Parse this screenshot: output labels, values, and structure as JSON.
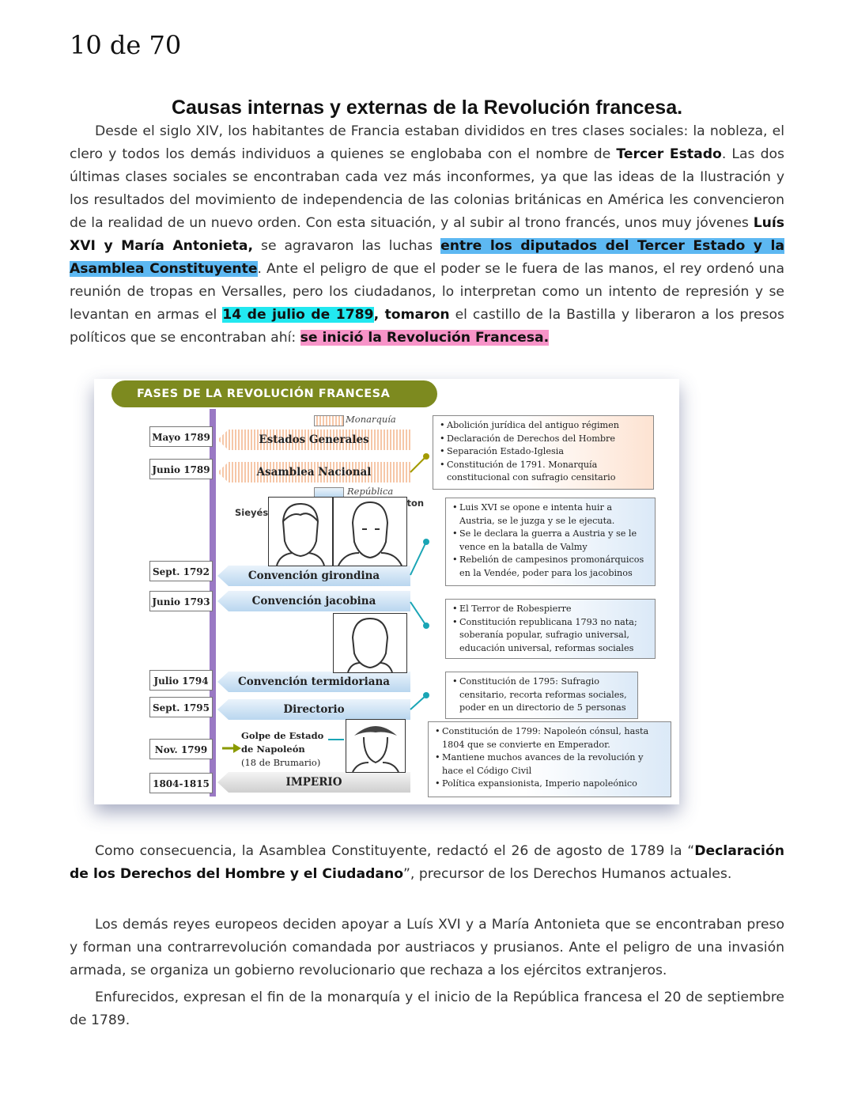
{
  "page": {
    "number": "10 de 70",
    "title": "Causas internas y externas de la Revolución francesa."
  },
  "p1": {
    "t1": "Desde el siglo XIV, los habitantes de Francia estaban divididos en tres clases sociales: la nobleza, el clero y todos los demás individuos a quienes se englobaba con el nombre de ",
    "b1": "Tercer Estado",
    "t2": ". Las dos últimas clases sociales se encontraban cada vez más inconformes, ya que las ideas de la Ilustración y los resultados del movimiento de independencia de las colonias británicas en América les convencieron de la realidad de un nuevo orden. Con esta situación, y al subir al trono francés, unos muy jóvenes ",
    "b2": "Luís XVI y María Antonieta,",
    "t3": " se agravaron las luchas ",
    "h1": "entre los diputados del Tercer Estado y la Asamblea Constituyente",
    "t4": ". Ante el peligro de que el poder se le fuera de las manos, el rey ordenó una reunión de tropas en Versalles, pero los ciudadanos, lo interpretan como un intento de represión y se levantan en armas el ",
    "h2": "14 de julio de 1789",
    "b3": ", tomaron",
    "t5": " el castillo de la Bastilla y liberaron a los presos políticos que se encontraban ahí: ",
    "h3": "se inició la Revolución Francesa."
  },
  "figure": {
    "title": "FASES DE LA REVOLUCIÓN FRANCESA",
    "legend": {
      "monarquia": "Monarquía",
      "republica": "República"
    },
    "dates": [
      "Mayo 1789",
      "Junio 1789",
      "Sept. 1792",
      "Junio 1793",
      "Julio 1794",
      "Sept. 1795",
      "Nov. 1799",
      "1804-1815"
    ],
    "phases": [
      "Estados Generales",
      "Asamblea Nacional",
      "Convención girondina",
      "Convención jacobina",
      "Convención termidoriana",
      "Directorio",
      "IMPERIO"
    ],
    "portraits": {
      "sieyes": "Sieyés",
      "danton": "Danton"
    },
    "golpe": [
      "Golpe de Estado",
      "de Napoleón",
      "(18 de Brumario)"
    ],
    "boxes": [
      [
        "Abolición jurídica del antiguo régimen",
        "Declaración de Derechos del Hombre",
        "Separación Estado-Iglesia",
        "Constitución de 1791. Monarquía constitucional con sufragio censitario"
      ],
      [
        "Luis XVI se opone e intenta huir a Austria, se le juzga y se le ejecuta.",
        "Se le declara la guerra a Austria y se le vence en la batalla de Valmy",
        "Rebelión de campesinos promonárquicos en la Vendée, poder para los jacobinos"
      ],
      [
        "El Terror de Robespierre",
        "Constitución republicana 1793 no nata; soberanía popular, sufragio universal, educación universal, reformas sociales"
      ],
      [
        "Constitución de 1795: Sufragio censitario, recorta reformas sociales, poder en un directorio de 5 personas"
      ],
      [
        "Constitución de 1799: Napoleón cónsul, hasta 1804 que se convierte en Emperador.",
        "Mantiene muchos avances de la revolución y hace el Código Civil",
        "Política expansionista, Imperio napoleónico"
      ]
    ]
  },
  "p2": {
    "t1": "Como consecuencia, la Asamblea Constituyente, redactó el 26 de agosto de 1789 la “",
    "b1": "Declaración de los Derechos del Hombre y el Ciudadano",
    "t2": "”, precursor de los Derechos Humanos actuales."
  },
  "p3": "Los demás reyes europeos deciden apoyar a Luís XVI y a María Antonieta que se encontraban preso y forman una contrarrevolución comandada por austriacos y prusianos. Ante el peligro de una invasión armada, se organiza un gobierno revolucionario que rechaza a los ejércitos extranjeros.",
  "p4": "Enfurecidos, expresan el fin de la monarquía y el inicio de la República francesa el 20 de septiembre de 1789.",
  "colors": {
    "highlight_blue": "#5db8f2",
    "highlight_cyan": "#22e8f0",
    "highlight_pink": "#f794c8",
    "timeline_purple": "#9a79c4",
    "title_olive": "#7d8a1f"
  }
}
